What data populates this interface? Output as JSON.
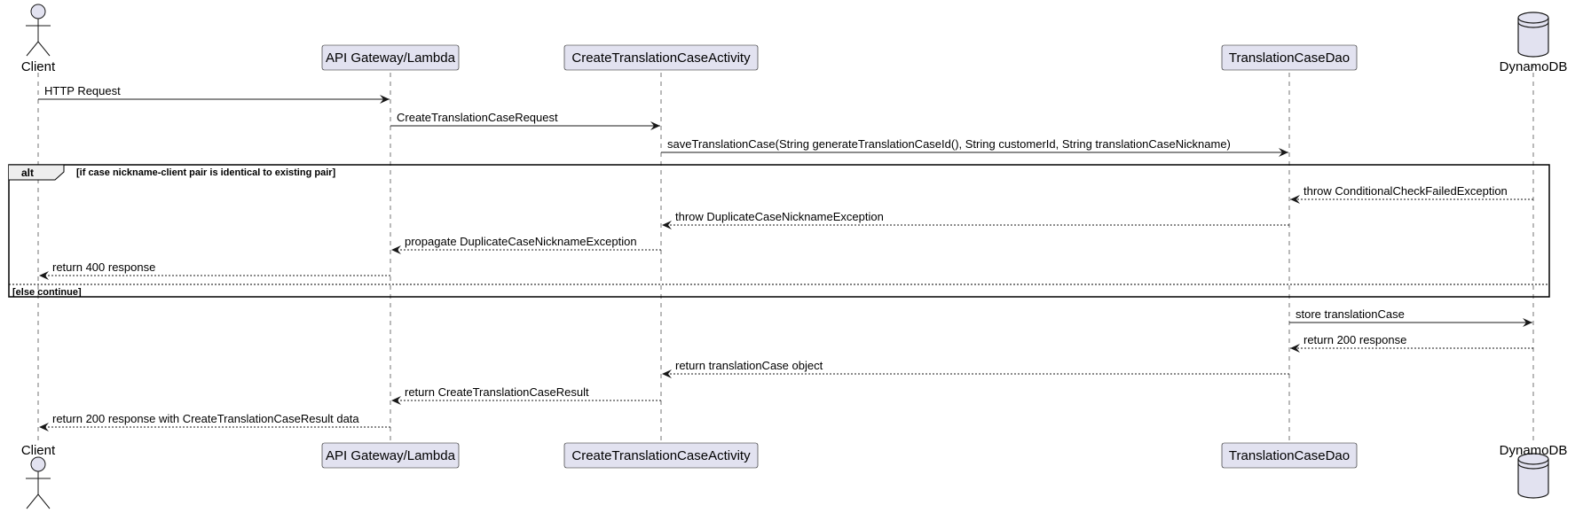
{
  "participants": [
    {
      "id": "client",
      "name": "Client",
      "kind": "actor"
    },
    {
      "id": "gateway",
      "name": "API Gateway/Lambda",
      "kind": "box"
    },
    {
      "id": "activity",
      "name": "CreateTranslationCaseActivity",
      "kind": "box"
    },
    {
      "id": "dao",
      "name": "TranslationCaseDao",
      "kind": "box"
    },
    {
      "id": "dynamo",
      "name": "DynamoDB",
      "kind": "database"
    }
  ],
  "alt_group": {
    "keyword": "alt",
    "condition": "[if case nickname-client pair is identical to existing pair]",
    "else_condition": "[else continue]"
  },
  "messages": [
    {
      "from": "client",
      "to": "gateway",
      "label": "HTTP Request",
      "style": "solid"
    },
    {
      "from": "gateway",
      "to": "activity",
      "label": "CreateTranslationCaseRequest",
      "style": "solid"
    },
    {
      "from": "activity",
      "to": "dao",
      "label": "saveTranslationCase(String generateTranslationCaseId(), String customerId, String translationCaseNickname)",
      "style": "solid"
    },
    {
      "from": "dynamo",
      "to": "dao",
      "label": "throw ConditionalCheckFailedException",
      "style": "dashed"
    },
    {
      "from": "dao",
      "to": "activity",
      "label": "throw DuplicateCaseNicknameException",
      "style": "dashed"
    },
    {
      "from": "activity",
      "to": "gateway",
      "label": "propagate DuplicateCaseNicknameException",
      "style": "dashed"
    },
    {
      "from": "gateway",
      "to": "client",
      "label": "return 400 response",
      "style": "dashed"
    },
    {
      "from": "dao",
      "to": "dynamo",
      "label": "store translationCase",
      "style": "solid"
    },
    {
      "from": "dynamo",
      "to": "dao",
      "label": "return 200 response",
      "style": "dashed"
    },
    {
      "from": "dao",
      "to": "activity",
      "label": "return translationCase object",
      "style": "dashed"
    },
    {
      "from": "activity",
      "to": "gateway",
      "label": "return CreateTranslationCaseResult",
      "style": "dashed"
    },
    {
      "from": "gateway",
      "to": "client",
      "label": "return 200 response with CreateTranslationCaseResult data",
      "style": "dashed"
    }
  ],
  "colors": {
    "participant_fill": "#E2E2F0",
    "participant_border": "#181818",
    "lifeline": "#181818",
    "arrow": "#181818"
  },
  "icons": {
    "actor": "stick-figure-icon",
    "database": "database-cylinder-icon"
  }
}
